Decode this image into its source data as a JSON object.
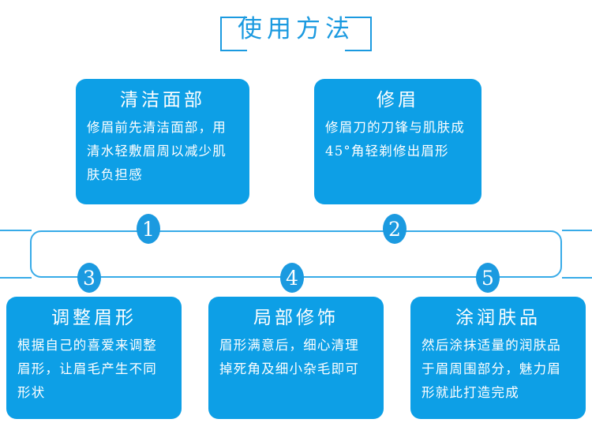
{
  "header": {
    "title": "使用方法",
    "bracket_color": "#1b9ae0"
  },
  "theme": {
    "card_fill": "#0d9fe6",
    "accent": "#1b9ae0",
    "track_stroke": "#38abe8",
    "text_on_card": "#ffffff",
    "page_background": "#ffffff"
  },
  "steps": [
    {
      "number": "1",
      "title": "清洁面部",
      "body": "修眉前先清洁面部，用清水轻敷眉周以减少肌肤负担感"
    },
    {
      "number": "2",
      "title": "修眉",
      "body": "修眉刀的刀锋与肌肤成45°角轻剃修出眉形"
    },
    {
      "number": "3",
      "title": "调整眉形",
      "body": "根据自己的喜爱来调整眉形，让眉毛产生不同形状"
    },
    {
      "number": "4",
      "title": "局部修饰",
      "body": "眉形满意后，细心清理掉死角及细小杂毛即可"
    },
    {
      "number": "5",
      "title": "涂润肤品",
      "body": "然后涂抹适量的润肤品于眉周围部分，魅力眉形就此打造完成"
    }
  ]
}
